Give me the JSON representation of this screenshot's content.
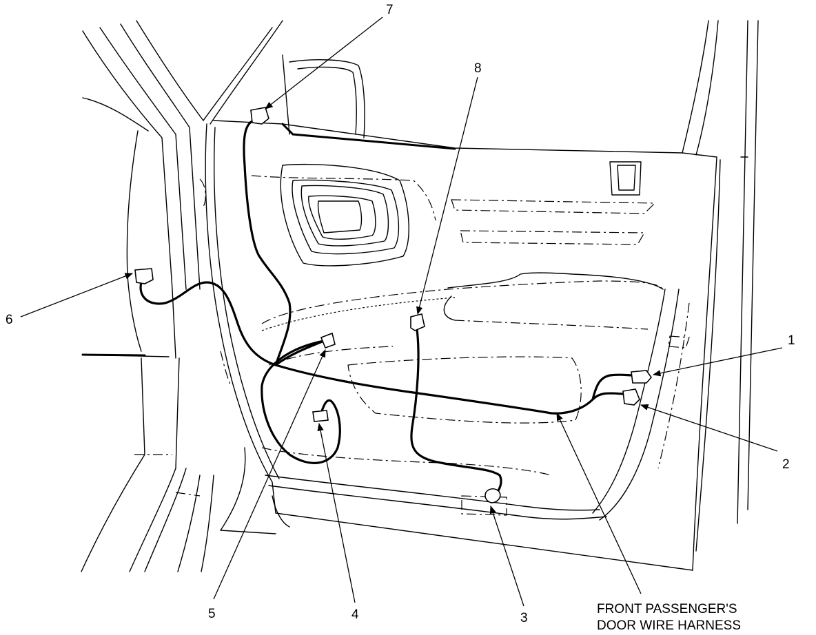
{
  "callouts": [
    {
      "id": "1",
      "label": "1"
    },
    {
      "id": "2",
      "label": "2"
    },
    {
      "id": "3",
      "label": "3"
    },
    {
      "id": "4",
      "label": "4"
    },
    {
      "id": "5",
      "label": "5"
    },
    {
      "id": "6",
      "label": "6"
    },
    {
      "id": "7",
      "label": "7"
    },
    {
      "id": "8",
      "label": "8"
    }
  ],
  "caption": {
    "line1": "FRONT PASSENGER'S",
    "line2": "DOOR WIRE HARNESS"
  }
}
